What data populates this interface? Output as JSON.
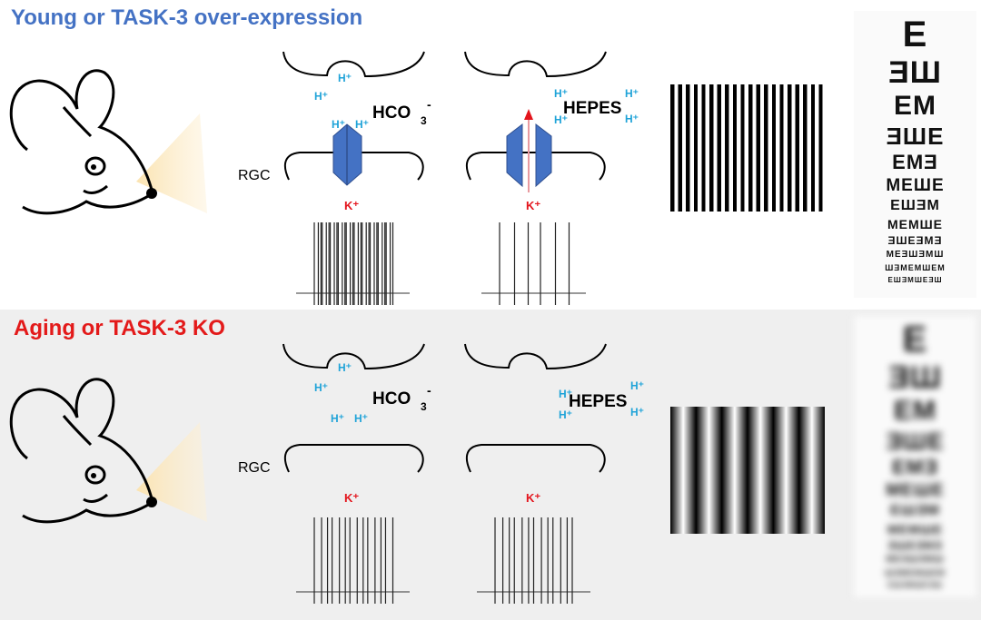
{
  "top": {
    "title": "Young or TASK-3 over-expression",
    "title_color": "#4472c4",
    "cell1": {
      "hplus": "H⁺",
      "buffer": "HCO",
      "sub": "3",
      "sup": "-",
      "rgc": "RGC",
      "k": "K⁺",
      "spikes": 30
    },
    "cell2": {
      "hplus": "H⁺",
      "buffer": "HEPES",
      "k": "K⁺",
      "spikes": 6
    },
    "grating_stripes": 20
  },
  "bottom": {
    "title": "Aging or TASK-3 KO",
    "title_color": "#e31a1a",
    "cell1": {
      "hplus": "H⁺",
      "buffer": "HCO",
      "sub": "3",
      "sup": "-",
      "rgc": "RGC",
      "k": "K⁺",
      "spikes": 14
    },
    "cell2": {
      "hplus": "H⁺",
      "buffer": "HEPES",
      "k": "K⁺",
      "spikes": 13
    },
    "grating_stripes": 6
  },
  "eye_chart": [
    "E",
    "ƎШ",
    "EM",
    "ƎШE",
    "EMƎ",
    "MEШE",
    "EШƎM",
    "MEMШE",
    "ƎШEƎMƎ",
    "MEƎШƎMШ",
    "ШƎMEMШEM",
    "EШƎMШEƎШ"
  ],
  "colors": {
    "proton": "#1fa3d8",
    "potassium": "#e3141c",
    "channel": "#4472c4"
  }
}
